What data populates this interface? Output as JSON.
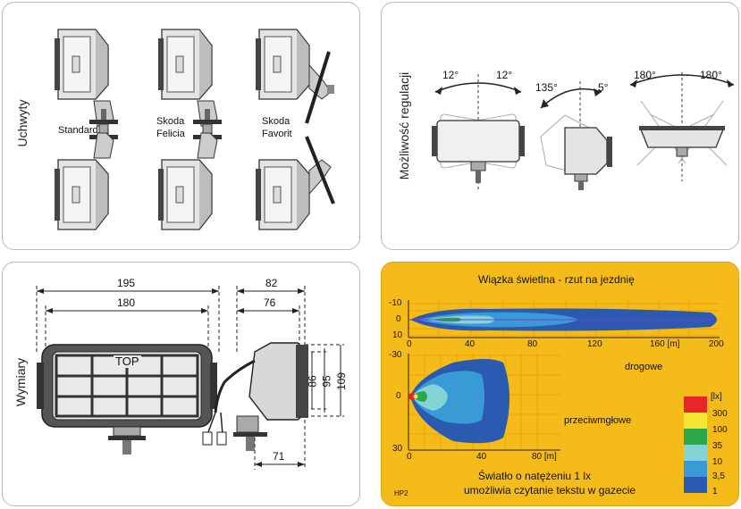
{
  "panels": {
    "mounts": {
      "title": "Uchwyty",
      "labels": [
        "Standard",
        "Skoda\nFelicia",
        "Skoda\nFavorit"
      ]
    },
    "adjust": {
      "title": "Możliwość regulacji",
      "angles": [
        "12°",
        "12°",
        "135°",
        "5°",
        "180°",
        "180°"
      ]
    },
    "dims": {
      "title": "Wymiary",
      "front": {
        "w1": "195",
        "w2": "180",
        "top": "TOP"
      },
      "side": {
        "w1": "82",
        "w2": "76",
        "h1": "86",
        "h2": "95",
        "h3": "109",
        "w3": "71"
      }
    },
    "beam": {
      "title": "Wiązka świetlna - rzut na jezdnię",
      "top_y_ticks": [
        "-10",
        "0",
        "10"
      ],
      "top_x_ticks": [
        "0",
        "40",
        "80",
        "120",
        "160 [m]",
        "200"
      ],
      "bottom_y_ticks": [
        "-30",
        "0",
        "30"
      ],
      "bottom_x_ticks": [
        "0",
        "40",
        "80 [m]"
      ],
      "label_drive": "drogowe",
      "label_fog": "przeciwmgłowe",
      "legend_title": "[lx]",
      "legend": [
        {
          "value": "300",
          "color": "#e8262a"
        },
        {
          "value": "100",
          "color": "#f5e633"
        },
        {
          "value": "35",
          "color": "#2aa84a"
        },
        {
          "value": "10",
          "color": "#82d4d6"
        },
        {
          "value": "3,5",
          "color": "#3a9ad6"
        },
        {
          "value": "1",
          "color": "#2a5bb0"
        }
      ],
      "note_line1": "Światło o natężeniu 1 lx",
      "note_line2": "umożliwia czytanie tekstu w gazecie",
      "code": "HP2"
    }
  }
}
